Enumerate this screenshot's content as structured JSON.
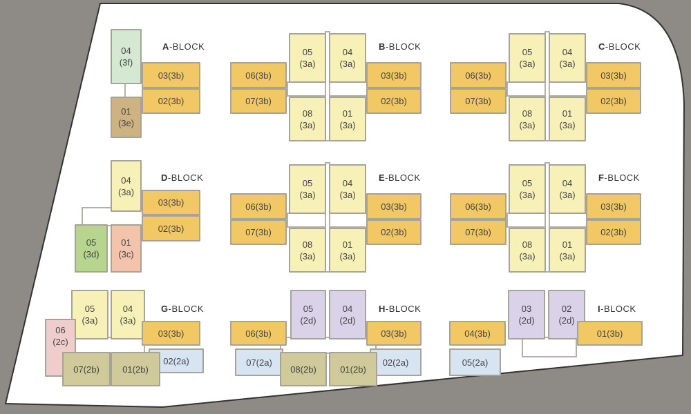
{
  "title": "Site Plan - Block Layout",
  "colors": {
    "3a": "#f7f1b8",
    "3b": "#f2c864",
    "3c": "#f4c3ac",
    "3d": "#b8d590",
    "3e": "#cdb382",
    "3f": "#d5e9d2",
    "2a": "#d7e5f3",
    "2b": "#d0c999",
    "2c": "#efcdcc",
    "2d": "#d9d2e8",
    "site": "#ffffff",
    "surround": "#8e8b86"
  },
  "blocks": [
    {
      "letter": "A",
      "suffix": "-BLOCK",
      "units": [
        {
          "no": "04",
          "type": "(3f)"
        },
        {
          "no": "03",
          "type": "(3b)"
        },
        {
          "no": "02",
          "type": "(3b)"
        },
        {
          "no": "01",
          "type": "(3e)"
        }
      ]
    },
    {
      "letter": "B",
      "suffix": "-BLOCK",
      "units": [
        {
          "no": "05",
          "type": "(3a)"
        },
        {
          "no": "04",
          "type": "(3a)"
        },
        {
          "no": "06",
          "type": "(3b)"
        },
        {
          "no": "07",
          "type": "(3b)"
        },
        {
          "no": "03",
          "type": "(3b)"
        },
        {
          "no": "02",
          "type": "(3b)"
        },
        {
          "no": "08",
          "type": "(3a)"
        },
        {
          "no": "01",
          "type": "(3a)"
        }
      ]
    },
    {
      "letter": "C",
      "suffix": "-BLOCK",
      "units": [
        {
          "no": "05",
          "type": "(3a)"
        },
        {
          "no": "04",
          "type": "(3a)"
        },
        {
          "no": "06",
          "type": "(3b)"
        },
        {
          "no": "07",
          "type": "(3b)"
        },
        {
          "no": "03",
          "type": "(3b)"
        },
        {
          "no": "02",
          "type": "(3b)"
        },
        {
          "no": "08",
          "type": "(3a)"
        },
        {
          "no": "01",
          "type": "(3a)"
        }
      ]
    },
    {
      "letter": "D",
      "suffix": "-BLOCK",
      "units": [
        {
          "no": "04",
          "type": "(3a)"
        },
        {
          "no": "03",
          "type": "(3b)"
        },
        {
          "no": "02",
          "type": "(3b)"
        },
        {
          "no": "05",
          "type": "(3d)"
        },
        {
          "no": "01",
          "type": "(3c)"
        }
      ]
    },
    {
      "letter": "E",
      "suffix": "-BLOCK",
      "units": [
        {
          "no": "05",
          "type": "(3a)"
        },
        {
          "no": "04",
          "type": "(3a)"
        },
        {
          "no": "06",
          "type": "(3b)"
        },
        {
          "no": "07",
          "type": "(3b)"
        },
        {
          "no": "03",
          "type": "(3b)"
        },
        {
          "no": "02",
          "type": "(3b)"
        },
        {
          "no": "08",
          "type": "(3a)"
        },
        {
          "no": "01",
          "type": "(3a)"
        }
      ]
    },
    {
      "letter": "F",
      "suffix": "-BLOCK",
      "units": [
        {
          "no": "05",
          "type": "(3a)"
        },
        {
          "no": "04",
          "type": "(3a)"
        },
        {
          "no": "06",
          "type": "(3b)"
        },
        {
          "no": "07",
          "type": "(3b)"
        },
        {
          "no": "03",
          "type": "(3b)"
        },
        {
          "no": "02",
          "type": "(3b)"
        },
        {
          "no": "08",
          "type": "(3a)"
        },
        {
          "no": "01",
          "type": "(3a)"
        }
      ]
    },
    {
      "letter": "G",
      "suffix": "-BLOCK",
      "units": [
        {
          "no": "05",
          "type": "(3a)"
        },
        {
          "no": "04",
          "type": "(3a)"
        },
        {
          "no": "03",
          "type": "(3b)"
        },
        {
          "no": "02",
          "type": "(2a)"
        },
        {
          "no": "06",
          "type": "(2c)"
        },
        {
          "no": "07",
          "type": "(2b)"
        },
        {
          "no": "01",
          "type": "(2b)"
        }
      ]
    },
    {
      "letter": "H",
      "suffix": "-BLOCK",
      "units": [
        {
          "no": "05",
          "type": "(2d)"
        },
        {
          "no": "04",
          "type": "(2d)"
        },
        {
          "no": "06",
          "type": "(3b)"
        },
        {
          "no": "03",
          "type": "(3b)"
        },
        {
          "no": "07",
          "type": "(2a)"
        },
        {
          "no": "02",
          "type": "(2a)"
        },
        {
          "no": "08",
          "type": "(2b)"
        },
        {
          "no": "01",
          "type": "(2b)"
        }
      ]
    },
    {
      "letter": "I",
      "suffix": "-BLOCK",
      "units": [
        {
          "no": "03",
          "type": "(2d)"
        },
        {
          "no": "02",
          "type": "(2d)"
        },
        {
          "no": "04",
          "type": "(3b)"
        },
        {
          "no": "01",
          "type": "(3b)"
        },
        {
          "no": "05",
          "type": "(2a)"
        }
      ]
    }
  ]
}
